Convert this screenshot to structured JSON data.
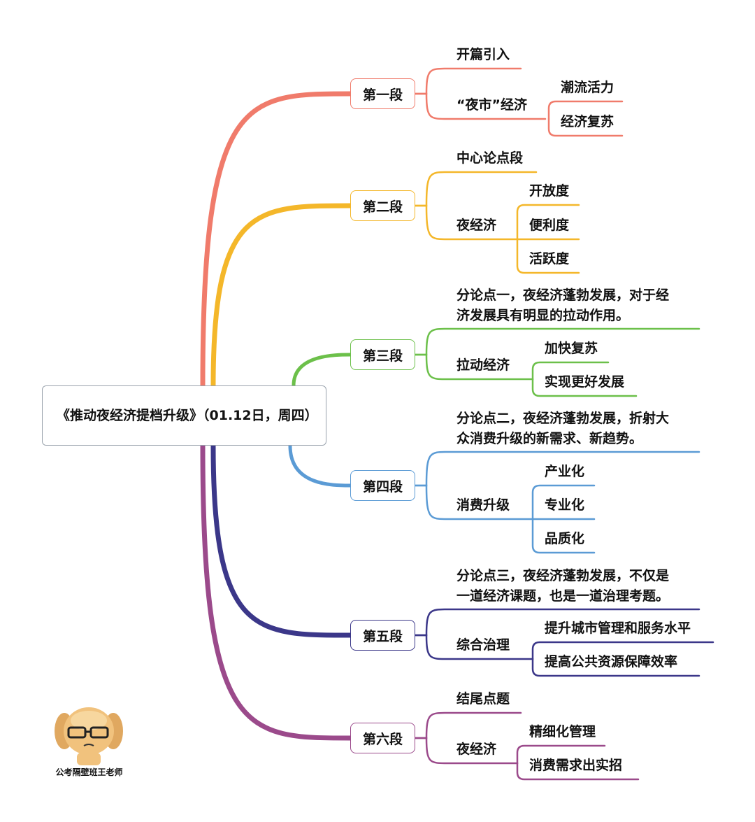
{
  "root": "《推动夜经济提档升级》（01.12日，周四）",
  "colors": [
    "#f07b6b",
    "#f4b72a",
    "#6cc04a",
    "#5b9bd5",
    "#3b3789",
    "#9b4a8b"
  ],
  "sections": [
    {
      "label": "第一段",
      "children": [
        {
          "text": "开篇引入",
          "children": []
        },
        {
          "text": "“夜市”经济",
          "children": [
            "潮流活力",
            "经济复苏"
          ]
        }
      ]
    },
    {
      "label": "第二段",
      "children": [
        {
          "text": "中心论点段",
          "children": []
        },
        {
          "text": "夜经济",
          "children": [
            "开放度",
            "便利度",
            "活跃度"
          ]
        }
      ]
    },
    {
      "label": "第三段",
      "children": [
        {
          "text": "分论点一，夜经济蓬勃发展，对于经济发展具有明显的拉动作用。",
          "lines": [
            "分论点一，夜经济蓬勃发展，对于经",
            "济发展具有明显的拉动作用。"
          ],
          "children": []
        },
        {
          "text": "拉动经济",
          "children": [
            "加快复苏",
            "实现更好发展"
          ]
        }
      ]
    },
    {
      "label": "第四段",
      "children": [
        {
          "text": "分论点二，夜经济蓬勃发展，折射大众消费升级的新需求、新趋势。",
          "lines": [
            "分论点二，夜经济蓬勃发展，折射大",
            "众消费升级的新需求、新趋势。"
          ],
          "children": []
        },
        {
          "text": "消费升级",
          "children": [
            "产业化",
            "专业化",
            "品质化"
          ]
        }
      ]
    },
    {
      "label": "第五段",
      "children": [
        {
          "text": "分论点三，夜经济蓬勃发展，不仅是一道经济课题，也是一道治理考题。",
          "lines": [
            "分论点三，夜经济蓬勃发展，不仅是",
            "一道经济课题，也是一道治理考题。"
          ],
          "children": []
        },
        {
          "text": "综合治理",
          "children": [
            "提升城市管理和服务水平",
            "提高公共资源保障效率"
          ]
        }
      ]
    },
    {
      "label": "第六段",
      "children": [
        {
          "text": "结尾点题",
          "children": []
        },
        {
          "text": "夜经济",
          "children": [
            "精细化管理",
            "消费需求出实招"
          ]
        }
      ]
    }
  ],
  "watermark": "公考隔壁班王老师"
}
